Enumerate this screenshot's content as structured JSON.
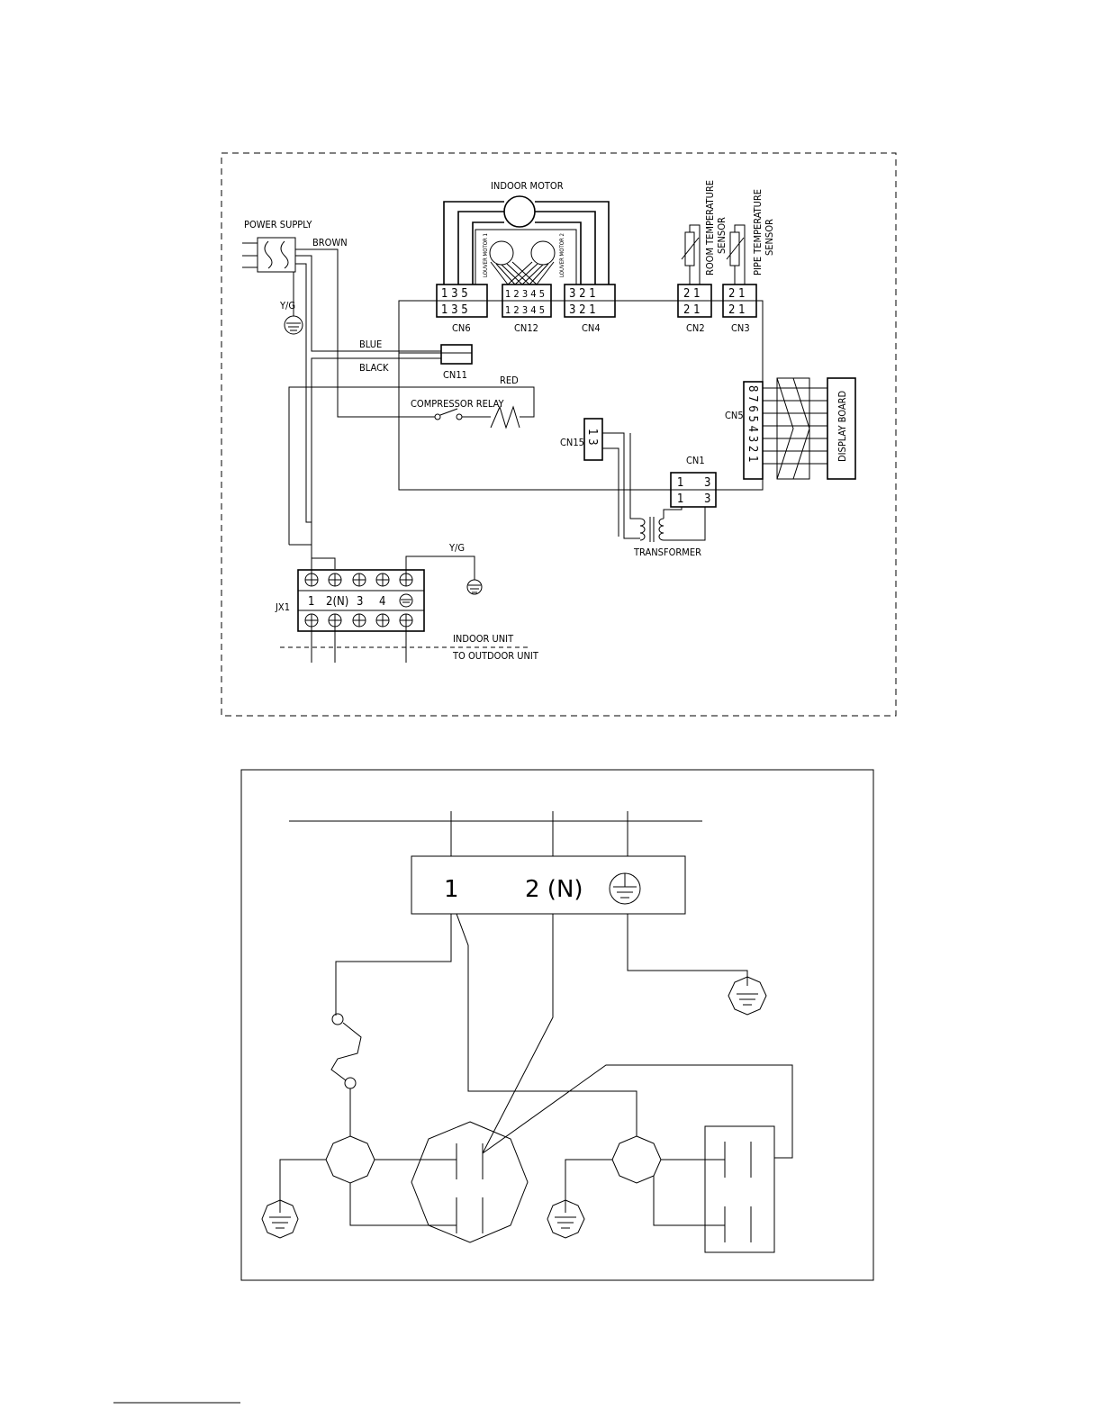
{
  "indoor": {
    "indoor_motor": "INDOOR MOTOR",
    "power_supply": "POWER SUPPLY",
    "brown": "BROWN",
    "yg_top": "Y/G",
    "blue": "BLUE",
    "black": "BLACK",
    "red": "RED",
    "compressor_relay": "COMPRESSOR RELAY",
    "louver_motor_1": "LOUVER MOTOR 1",
    "louver_motor_2": "LOUVER MOTOR 2",
    "room_sensor_1": "ROOM TEMPERATURE",
    "room_sensor_2": "SENSOR",
    "pipe_sensor_1": "PIPE TEMPERATURE",
    "pipe_sensor_2": "SENSOR",
    "display_board": "DISPLAY BOARD",
    "transformer": "TRANSFORMER",
    "yg_jx1": "Y/G",
    "jx1": "JX1",
    "indoor_unit": "INDOOR UNIT",
    "to_outdoor_unit": "TO OUTDOOR UNIT",
    "connectors": {
      "cn6": {
        "name": "CN6",
        "pins": "1 3 5"
      },
      "cn12": {
        "name": "CN12",
        "pins": "1 2 3 4 5"
      },
      "cn4": {
        "name": "CN4",
        "pins": "3 2 1"
      },
      "cn2": {
        "name": "CN2",
        "pins": "2 1"
      },
      "cn3": {
        "name": "CN3",
        "pins": "2 1"
      },
      "cn11": {
        "name": "CN11"
      },
      "cn15": {
        "name": "CN15",
        "pins": "1 3"
      },
      "cn1": {
        "name": "CN1",
        "pin_left": "1",
        "pin_right": "3"
      },
      "cn5": {
        "name": "CN5",
        "pins": "8 7 6 5 4 3 2 1"
      }
    },
    "terminals": [
      "1",
      "2(N)",
      "3",
      "4"
    ]
  },
  "outdoor": {
    "terminal_1": "1",
    "terminal_2": "2 (N)"
  }
}
